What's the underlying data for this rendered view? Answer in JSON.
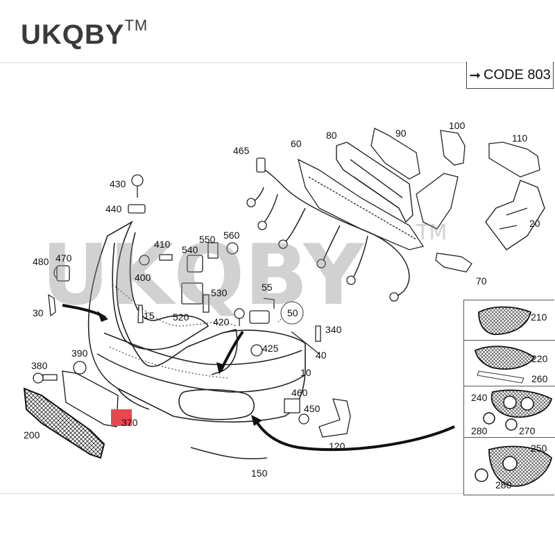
{
  "brand": {
    "name": "UKQBY",
    "tm": "TM"
  },
  "code_box": {
    "arrow": "➞",
    "text": "CODE 803"
  },
  "watermark": {
    "text": "UKQBY",
    "tm": "TM"
  },
  "highlight_color": "#e8474e",
  "parts": [
    {
      "id": "p465",
      "label": "465"
    },
    {
      "id": "p60",
      "label": "60"
    },
    {
      "id": "p80",
      "label": "80"
    },
    {
      "id": "p90",
      "label": "90"
    },
    {
      "id": "p100",
      "label": "100"
    },
    {
      "id": "p110",
      "label": "110"
    },
    {
      "id": "p20",
      "label": "20"
    },
    {
      "id": "p430",
      "label": "430"
    },
    {
      "id": "p440",
      "label": "440"
    },
    {
      "id": "p410",
      "label": "410"
    },
    {
      "id": "p540",
      "label": "540"
    },
    {
      "id": "p550",
      "label": "550"
    },
    {
      "id": "p560",
      "label": "560"
    },
    {
      "id": "p480",
      "label": "480"
    },
    {
      "id": "p470",
      "label": "470"
    },
    {
      "id": "p400",
      "label": "400"
    },
    {
      "id": "p70",
      "label": "70"
    },
    {
      "id": "p530",
      "label": "530"
    },
    {
      "id": "p55",
      "label": "55"
    },
    {
      "id": "p30",
      "label": "30"
    },
    {
      "id": "p15",
      "label": "15"
    },
    {
      "id": "p520",
      "label": "520"
    },
    {
      "id": "p420",
      "label": "420"
    },
    {
      "id": "p50",
      "label": "50"
    },
    {
      "id": "p340",
      "label": "340"
    },
    {
      "id": "p210",
      "label": "210"
    },
    {
      "id": "p425",
      "label": "425"
    },
    {
      "id": "p40",
      "label": "40"
    },
    {
      "id": "p390",
      "label": "390"
    },
    {
      "id": "p380",
      "label": "380"
    },
    {
      "id": "p220",
      "label": "220"
    },
    {
      "id": "p10",
      "label": "10"
    },
    {
      "id": "p260",
      "label": "260"
    },
    {
      "id": "p460",
      "label": "460"
    },
    {
      "id": "p240",
      "label": "240"
    },
    {
      "id": "p450",
      "label": "450"
    },
    {
      "id": "p370",
      "label": "370"
    },
    {
      "id": "p280a",
      "label": "280"
    },
    {
      "id": "p270",
      "label": "270"
    },
    {
      "id": "p200",
      "label": "200"
    },
    {
      "id": "p120",
      "label": "120"
    },
    {
      "id": "p250",
      "label": "250"
    },
    {
      "id": "p150",
      "label": "150"
    },
    {
      "id": "p280b",
      "label": "280"
    }
  ]
}
